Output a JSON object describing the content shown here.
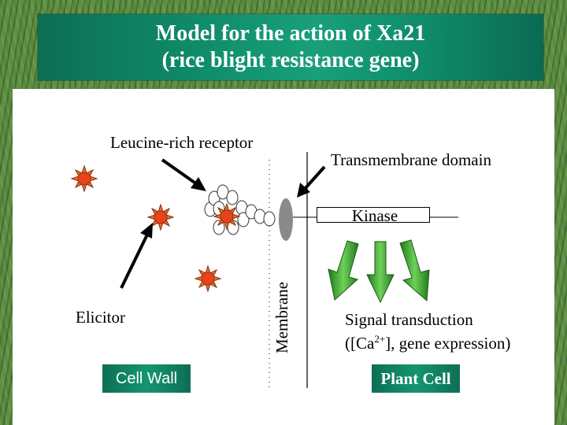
{
  "title": {
    "line1": "Model for the action of Xa21",
    "line2": "(rice blight resistance gene)"
  },
  "labels": {
    "receptor": "Leucine-rich receptor",
    "transmembrane": "Transmembrane domain",
    "kinase": "Kinase",
    "elicitor": "Elicitor",
    "membrane": "Membrane",
    "signal_line1": "Signal transduction",
    "signal_pre": "([Ca",
    "signal_sup": "2+",
    "signal_post": "], gene expression)",
    "cell_wall": "Cell Wall",
    "plant_cell": "Plant Cell"
  },
  "colors": {
    "title_bar": "#0f8a68",
    "elicitor_star": "#e8431c",
    "signal_arrows": "#3aa02a",
    "membrane_ellipse": "#8a8a8a"
  }
}
